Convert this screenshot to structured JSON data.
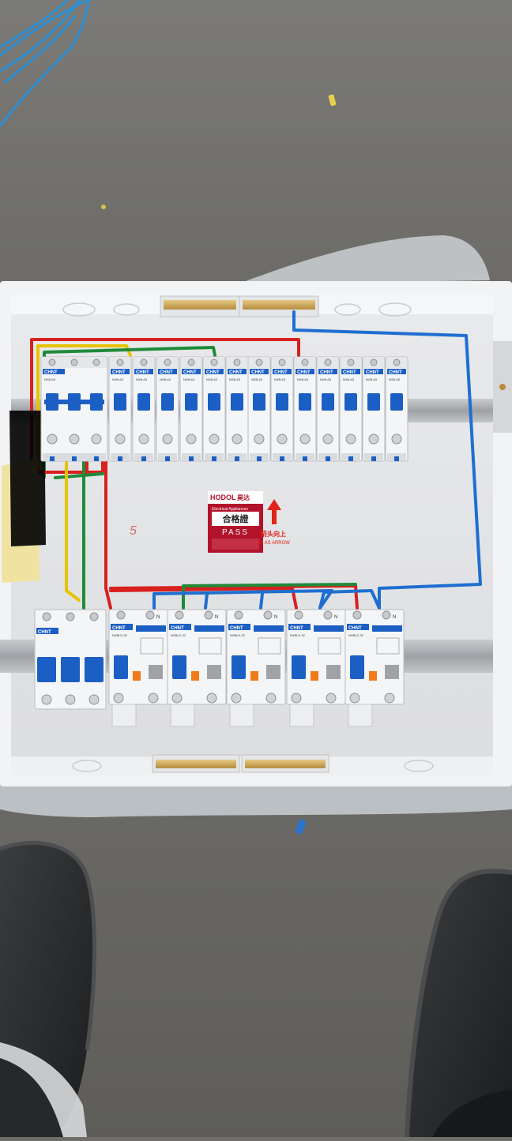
{
  "label": {
    "brand": "HODOL",
    "brand_cn": "昊达",
    "brand_sub": "Electrical Appliances",
    "pass_cn": "合格證",
    "pass_en": "PASS",
    "arrow_cn": "箭头向上",
    "arrow_en": "UP AS ARROW"
  },
  "panel_marking": "5",
  "breaker_brand": "CHNT",
  "breaker_model_top": "NXB-63",
  "breaker_model_rcd": "NXBLE-32",
  "terminal_letter": "N",
  "colors": {
    "wire_red": "#d8201e",
    "wire_yellow": "#e7c300",
    "wire_green": "#1f8a3a",
    "wire_blue": "#1e6fd0",
    "toggle_blue": "#1c5fc4",
    "test_orange": "#f07a18",
    "label_red": "#b3122b"
  }
}
